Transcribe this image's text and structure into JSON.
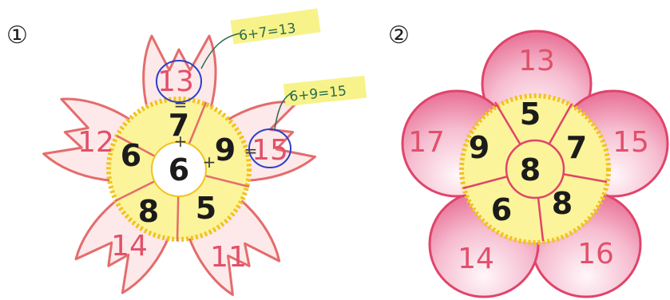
{
  "panel1": {
    "label": "①",
    "center": "6",
    "inner": [
      "7",
      "9",
      "5",
      "8",
      "6"
    ],
    "outer": [
      "13",
      "15",
      "11",
      "14",
      "12"
    ],
    "notes": [
      "6+7=13",
      "6+9=15"
    ],
    "colors": {
      "petal_outline": "#e46c6c",
      "petal_fill": "#fde9e9",
      "ring_fill": "#fbf49a",
      "ring_border": "#f2c21c",
      "note_highlight": "#f7f38a",
      "circle_annotation": "#2b3fc9"
    }
  },
  "panel2": {
    "label": "②",
    "center": "8",
    "inner": [
      "5",
      "7",
      "8",
      "6",
      "9"
    ],
    "outer": [
      "13",
      "15",
      "16",
      "14",
      "17"
    ],
    "colors": {
      "petal_outline": "#e0446a",
      "petal_fill": "#f7b2c8",
      "ring_fill": "#fbf49a",
      "ring_border": "#f2c21c"
    }
  }
}
